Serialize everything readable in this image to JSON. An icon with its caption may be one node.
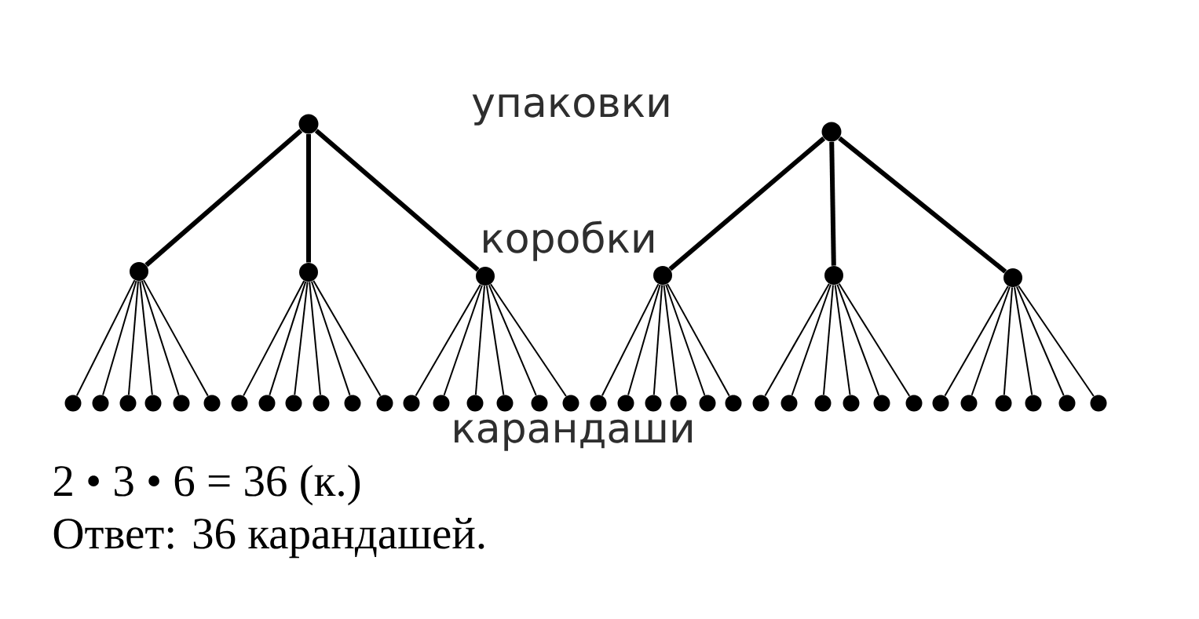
{
  "diagram": {
    "nodes": [
      {
        "text": [],
        "shape": "circle"
      },
      {
        "text": [],
        "shape": "circle"
      },
      {
        "text": [],
        "shape": "circle"
      },
      {
        "text": [],
        "shape": "circle"
      },
      {
        "text": [],
        "shape": "circle"
      },
      {
        "text": [],
        "shape": "circle"
      },
      {
        "text": [],
        "shape": "circle"
      },
      {
        "text": [],
        "shape": "circle"
      },
      {
        "text": [],
        "shape": "circle"
      },
      {
        "text": [],
        "shape": "circle"
      },
      {
        "text": [],
        "shape": "circle"
      },
      {
        "text": [],
        "shape": "circle"
      },
      {
        "text": [],
        "shape": "circle"
      },
      {
        "text": [],
        "shape": "circle"
      },
      {
        "text": [],
        "shape": "circle"
      },
      {
        "text": [],
        "shape": "circle"
      },
      {
        "text": [],
        "shape": "circle"
      },
      {
        "text": [],
        "shape": "circle"
      },
      {
        "text": [],
        "shape": "circle"
      },
      {
        "text": [],
        "shape": "circle"
      },
      {
        "text": [],
        "shape": "circle"
      },
      {
        "text": [],
        "shape": "circle"
      },
      {
        "text": [],
        "shape": "circle"
      },
      {
        "text": [],
        "shape": "circle"
      },
      {
        "text": [],
        "shape": "circle"
      },
      {
        "text": [],
        "shape": "circle"
      },
      {
        "text": [],
        "shape": "circle"
      },
      {
        "text": [],
        "shape": "circle"
      },
      {
        "text": [],
        "shape": "circle"
      },
      {
        "text": [],
        "shape": "circle"
      },
      {
        "text": [],
        "shape": "circle"
      },
      {
        "text": [],
        "shape": "circle"
      },
      {
        "text": [],
        "shape": "circle"
      },
      {
        "text": [],
        "shape": "circle"
      },
      {
        "text": [],
        "shape": "circle"
      },
      {
        "text": [],
        "shape": "circle"
      },
      {
        "text": [],
        "shape": "circle"
      },
      {
        "text": [],
        "shape": "circle"
      },
      {
        "text": [],
        "shape": "circle"
      },
      {
        "text": [],
        "shape": "circle"
      },
      {
        "text": [],
        "shape": "circle"
      },
      {
        "text": [],
        "shape": "circle"
      },
      {
        "text": [],
        "shape": "circle"
      },
      {
        "text": [],
        "shape": "circle"
      }
    ],
    "edges": [
      {
        "from": 0,
        "to": 2,
        "arrow": "none",
        "style": "thick"
      },
      {
        "from": 0,
        "to": 3,
        "arrow": "none",
        "style": "thick"
      },
      {
        "from": 0,
        "to": 4,
        "arrow": "none",
        "style": "thick"
      },
      {
        "from": 1,
        "to": 5,
        "arrow": "none",
        "style": "thick"
      },
      {
        "from": 1,
        "to": 6,
        "arrow": "none",
        "style": "thick"
      },
      {
        "from": 1,
        "to": 7,
        "arrow": "none",
        "style": "thick"
      },
      {
        "from": 2,
        "to": 8,
        "arrow": "none"
      },
      {
        "from": 2,
        "to": 9,
        "arrow": "none"
      },
      {
        "from": 2,
        "to": 10,
        "arrow": "none"
      },
      {
        "from": 2,
        "to": 11,
        "arrow": "none"
      },
      {
        "from": 2,
        "to": 12,
        "arrow": "none"
      },
      {
        "from": 2,
        "to": 13,
        "arrow": "none"
      },
      {
        "from": 3,
        "to": 14,
        "arrow": "none"
      },
      {
        "from": 3,
        "to": 15,
        "arrow": "none"
      },
      {
        "from": 3,
        "to": 16,
        "arrow": "none"
      },
      {
        "from": 3,
        "to": 17,
        "arrow": "none"
      },
      {
        "from": 3,
        "to": 18,
        "arrow": "none"
      },
      {
        "from": 3,
        "to": 19,
        "arrow": "none"
      },
      {
        "from": 4,
        "to": 20,
        "arrow": "none"
      },
      {
        "from": 4,
        "to": 21,
        "arrow": "none"
      },
      {
        "from": 4,
        "to": 22,
        "arrow": "none"
      },
      {
        "from": 4,
        "to": 23,
        "arrow": "none"
      },
      {
        "from": 4,
        "to": 24,
        "arrow": "none"
      },
      {
        "from": 4,
        "to": 25,
        "arrow": "none"
      },
      {
        "from": 5,
        "to": 26,
        "arrow": "none"
      },
      {
        "from": 5,
        "to": 27,
        "arrow": "none"
      },
      {
        "from": 5,
        "to": 28,
        "arrow": "none"
      },
      {
        "from": 5,
        "to": 29,
        "arrow": "none"
      },
      {
        "from": 5,
        "to": 30,
        "arrow": "none"
      },
      {
        "from": 5,
        "to": 31,
        "arrow": "none"
      },
      {
        "from": 6,
        "to": 32,
        "arrow": "none"
      },
      {
        "from": 6,
        "to": 33,
        "arrow": "none"
      },
      {
        "from": 6,
        "to": 34,
        "arrow": "none"
      },
      {
        "from": 6,
        "to": 35,
        "arrow": "none"
      },
      {
        "from": 6,
        "to": 36,
        "arrow": "none"
      },
      {
        "from": 6,
        "to": 37,
        "arrow": "none"
      },
      {
        "from": 7,
        "to": 38,
        "arrow": "none"
      },
      {
        "from": 7,
        "to": 39,
        "arrow": "none"
      },
      {
        "from": 7,
        "to": 40,
        "arrow": "none"
      },
      {
        "from": 7,
        "to": 41,
        "arrow": "none"
      },
      {
        "from": 7,
        "to": 42,
        "arrow": "none"
      },
      {
        "from": 7,
        "to": 43,
        "arrow": "none"
      }
    ],
    "labels": [
      "упаковки",
      "коробки",
      "карандаши",
      "2 • 3 • 6 = 36 (к.)",
      "Ответ: 36 карандашей."
    ]
  }
}
